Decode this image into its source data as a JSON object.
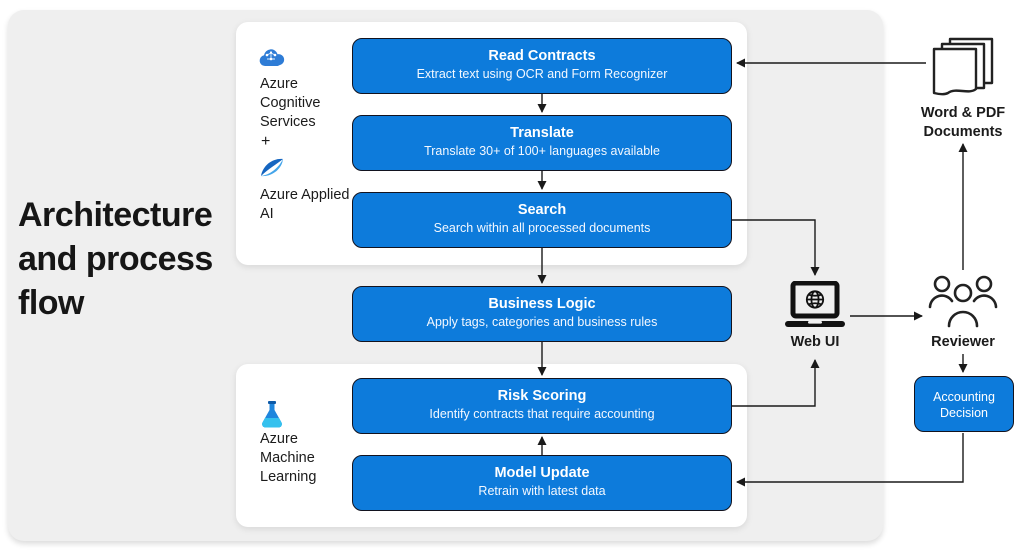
{
  "title": "Architecture and process flow",
  "colors": {
    "accent_blue": "#0d7bdb",
    "panel_gray": "#efefef",
    "arrow": "#1a1a1a",
    "card_white": "#ffffff"
  },
  "left_stack": {
    "cognitive_label": "Azure Cognitive Services",
    "plus": "+",
    "applied_label": "Azure Applied AI",
    "ml_label": "Azure Machine Learning"
  },
  "flow": {
    "boxes": [
      {
        "title": "Read Contracts",
        "subtitle": "Extract text using OCR and Form Recognizer"
      },
      {
        "title": "Translate",
        "subtitle": "Translate 30+ of 100+ languages available"
      },
      {
        "title": "Search",
        "subtitle": "Search within all processed documents"
      },
      {
        "title": "Business Logic",
        "subtitle": "Apply tags, categories and business rules"
      },
      {
        "title": "Risk Scoring",
        "subtitle": "Identify contracts that require accounting"
      },
      {
        "title": "Model Update",
        "subtitle": "Retrain with latest data"
      }
    ]
  },
  "right_column": {
    "documents_label": "Word & PDF Documents",
    "web_ui_label": "Web UI",
    "reviewer_label": "Reviewer",
    "accounting_decision_label": "Accounting Decision"
  },
  "icons": {
    "cognitive": "cognitive-services-cloud-icon",
    "applied_ai": "applied-ai-swoosh-icon",
    "machine_learning": "ml-flask-icon",
    "documents": "document-stack-icon",
    "web_ui": "laptop-globe-icon",
    "reviewer": "people-group-icon"
  }
}
